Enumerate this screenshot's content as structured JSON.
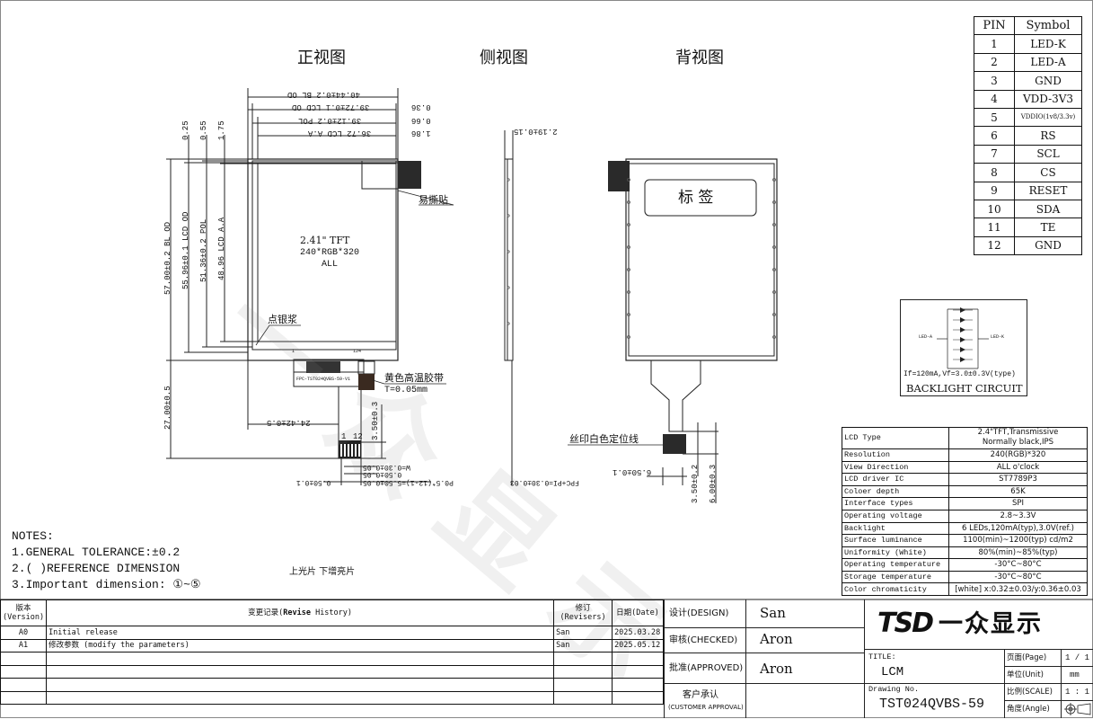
{
  "views": {
    "front": "正视图",
    "side": "侧视图",
    "back": "背视图"
  },
  "front": {
    "top_dims": [
      "40.44±0.2 BL OD",
      "39.72±0.1 LCD OD",
      "39.12±0.2 POL",
      "36.72 LCD A.A"
    ],
    "top_right_dims": [
      "0.36",
      "0.66",
      "1.86"
    ],
    "left_top_dims": [
      "0.25",
      "0.55",
      "1.75"
    ],
    "vertical_dims": [
      "57.00±0.2 BL OD",
      "55.96±0.1 LCD OD",
      "51.36±0.2 POL",
      "48.96 LCD A.A"
    ],
    "tft_label": "2.41\" TFT",
    "tft_res": "240*RGB*320",
    "tft_view": "ALL",
    "easy_tear": "易撕贴",
    "silver_paste": "点银浆",
    "yellow_tape": "黄色高温胶带",
    "tape_t": "T=0.05mm",
    "fpc_label": "FPC-TST024QVBS-59-V1",
    "pin_1": "1",
    "pin_124": "124",
    "pin_12": "12",
    "fpc_len": "27.00±0.5",
    "fpc_width": "24.42±0.5",
    "dim_350": "3.50±0.3",
    "w_dim": "W=0.30±0.05",
    "dim_050": "0.50±0.05",
    "p_dim": "P0.5*(12-1)=5.50±0.05",
    "dim_050b": "0.50±0.1",
    "fpc_pi": "FPC+PI=0.30±0.03"
  },
  "side": {
    "thickness": "2.19±0.15"
  },
  "back": {
    "label_box": "标  签",
    "silk_line": "丝印白色定位线",
    "dim_650": "6.50±0.1",
    "dim_350v": "3.50±0.2",
    "dim_600v": "6.00±0.3"
  },
  "pins": {
    "headers": [
      "PIN",
      "Symbol"
    ],
    "rows": [
      [
        "1",
        "LED-K"
      ],
      [
        "2",
        "LED-A"
      ],
      [
        "3",
        "GND"
      ],
      [
        "4",
        "VDD-3V3"
      ],
      [
        "5",
        "VDDIO(1v8/3.3v)"
      ],
      [
        "6",
        "RS"
      ],
      [
        "7",
        "SCL"
      ],
      [
        "8",
        "CS"
      ],
      [
        "9",
        "RESET"
      ],
      [
        "10",
        "SDA"
      ],
      [
        "11",
        "TE"
      ],
      [
        "12",
        "GND"
      ]
    ]
  },
  "backlight": {
    "title": "BACKLIGHT CIRCUIT",
    "led_a": "LED-A",
    "led_k": "LED-K",
    "spec": "If=120mA,Vf=3.0±0.3V(type)"
  },
  "specs": [
    [
      "LCD Type",
      "2.4\"TFT,Transmissive",
      "Normally black,IPS"
    ],
    [
      "Resolution",
      "240(RGB)*320"
    ],
    [
      "View Direction",
      "ALL o'clock"
    ],
    [
      "LCD driver IC",
      "ST7789P3"
    ],
    [
      "Coloer depth",
      "65K"
    ],
    [
      "Interface types",
      "SPI"
    ],
    [
      "Operating voltage",
      "2.8~3.3V"
    ],
    [
      "Backlight",
      "6 LEDs,120mA(typ),3.0V(ref.)"
    ],
    [
      "Surface luminance",
      "1100(min)~1200(typ) cd/m2"
    ],
    [
      "Uniformity (White)",
      "80%(min)~85%(typ)"
    ],
    [
      "Operating temperature",
      "-30°C~80°C"
    ],
    [
      "Storage temperature",
      "-30°C~80°C"
    ],
    [
      "Color chromaticity",
      "[white] x:0.32±0.03/y:0.36±0.03"
    ]
  ],
  "notes": {
    "title": "NOTES:",
    "n1": "1.GENERAL TOLERANCE:±0.2",
    "n2": "2.( )REFERENCE DIMENSION",
    "n3": "3.Important dimension: ①~⑤",
    "polarizer": "上光片   下增亮片"
  },
  "revision": {
    "h_version": "版本",
    "h_version_en": "(Version)",
    "h_history_a": "变更记录(",
    "h_history_b": "Revise",
    "h_history_c": " History)",
    "h_rev": "修订",
    "h_rev_en": "(Revisers)",
    "h_date": "日期(Date)",
    "rows": [
      [
        "A0",
        "Initial release",
        "San",
        "2025.03.28"
      ],
      [
        "A1",
        "修改参数 (modify the parameters)",
        "San",
        "2025.05.12"
      ]
    ]
  },
  "signoff": {
    "design_label": "设计(DESIGN)",
    "design": "San",
    "checked_label": "审核(CHECKED)",
    "checked": "Aron",
    "approved_label": "批准(APPROVED)",
    "approved": "Aron",
    "customer_label": "客户承认",
    "customer_en": "(CUSTOMER APPROVAL)"
  },
  "titleblock": {
    "brand_logo": "TSD",
    "brand_name": "一众显示",
    "title_label": "TITLE:",
    "title": "LCM",
    "drawing_label": "Drawing No.",
    "drawing_no": "TST024QVBS-59",
    "page_label": "页面(Page)",
    "page": "1 / 1",
    "unit_label": "单位(Unit)",
    "unit": "mm",
    "scale_label": "比例(SCALE)",
    "scale": "1 : 1",
    "angle_label": "角度(Angle)"
  },
  "watermark": "一众显示"
}
